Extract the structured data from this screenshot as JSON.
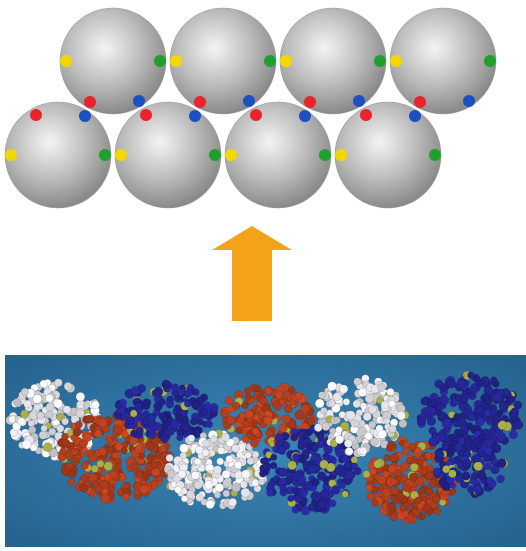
{
  "figure": {
    "background": "#ffffff",
    "sphere_model": {
      "rows": [
        {
          "row": "top",
          "sphere_count": 4
        },
        {
          "row": "bottom",
          "sphere_count": 4
        }
      ],
      "sphere_color": "#a9a9a9",
      "binding_site_colors": {
        "yellow": "#f2d800",
        "green": "#1fa02e",
        "red": "#e8242c",
        "blue": "#1c4fbf"
      }
    },
    "arrow": {
      "direction": "up",
      "color": "#f5a21b"
    },
    "molecular_model": {
      "background": "#2e77a8",
      "subunit_colors": [
        "#e8e8ee",
        "#b8401e",
        "#26279a"
      ],
      "highlight_color": "#a9b04a"
    }
  }
}
